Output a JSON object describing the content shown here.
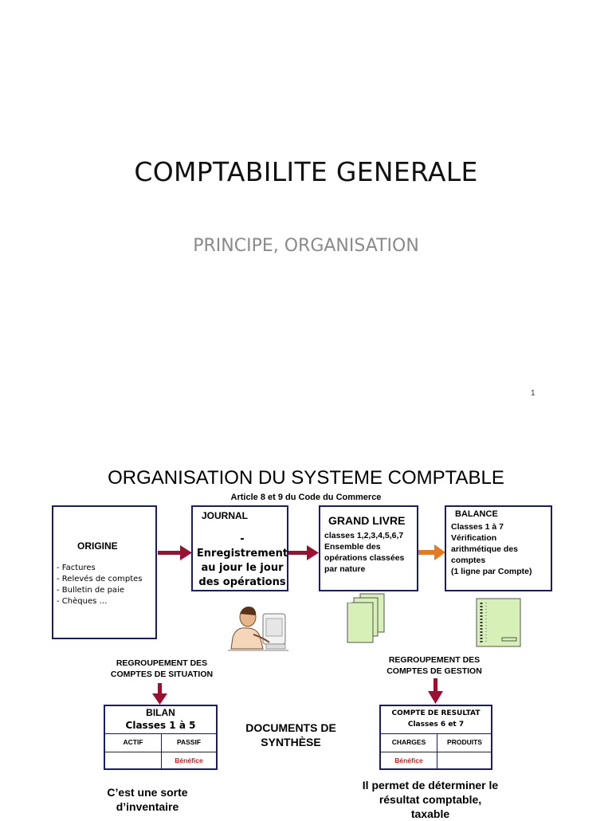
{
  "slide1": {
    "title": "COMPTABILITE GENERALE",
    "subtitle": "PRINCIPE, ORGANISATION",
    "page_number": "1"
  },
  "slide2": {
    "title": "ORGANISATION DU SYSTEME COMPTABLE",
    "article": "Article 8 et 9 du Code du Commerce",
    "origine": {
      "label": "ORIGINE",
      "items": [
        "- Factures",
        "- Relevés de comptes",
        "- Bulletin de paie",
        "- Chèques …"
      ]
    },
    "journal": {
      "label": "JOURNAL",
      "lines": [
        "- Enregistrement",
        "au jour le jour",
        "des opérations"
      ]
    },
    "grand_livre": {
      "label": "GRAND LIVRE",
      "lines": [
        "classes 1,2,3,4,5,6,7",
        "Ensemble des",
        "opérations classées",
        "par nature"
      ]
    },
    "balance": {
      "label": "BALANCE",
      "lines": [
        "Classes 1 à 7",
        "Vérification",
        "arithmétique des",
        "comptes",
        "(1 ligne par Compte)"
      ]
    },
    "regroupement_situation": [
      "REGROUPEMENT DES",
      "COMPTES DE SITUATION"
    ],
    "regroupement_gestion": [
      "REGROUPEMENT DES",
      "COMPTES DE GESTION"
    ],
    "documents": [
      "DOCUMENTS DE",
      "SYNTHÈSE"
    ],
    "bilan": {
      "title": "BILAN",
      "subtitle": "Classes 1 à 5",
      "col_left": "ACTIF",
      "col_right": "PASSIF",
      "benefice": "Bénéfice"
    },
    "compte_resultat": {
      "title": "COMPTE DE RESULTAT",
      "subtitle": "Classes 6 et 7",
      "col_left": "CHARGES",
      "col_right": "PRODUITS",
      "benefice": "Bénéfice"
    },
    "bilan_note": [
      "C’est une sorte",
      "d’inventaire"
    ],
    "cr_note": [
      "Il permet de déterminer le",
      "résultat comptable,",
      "taxable"
    ]
  },
  "colors": {
    "box_border": "#1b1b6e",
    "arrow_red": "#9b1030",
    "arrow_orange": "#e87a1c",
    "benefice_red": "#e01818",
    "doc_green": "#d6f0b8"
  }
}
